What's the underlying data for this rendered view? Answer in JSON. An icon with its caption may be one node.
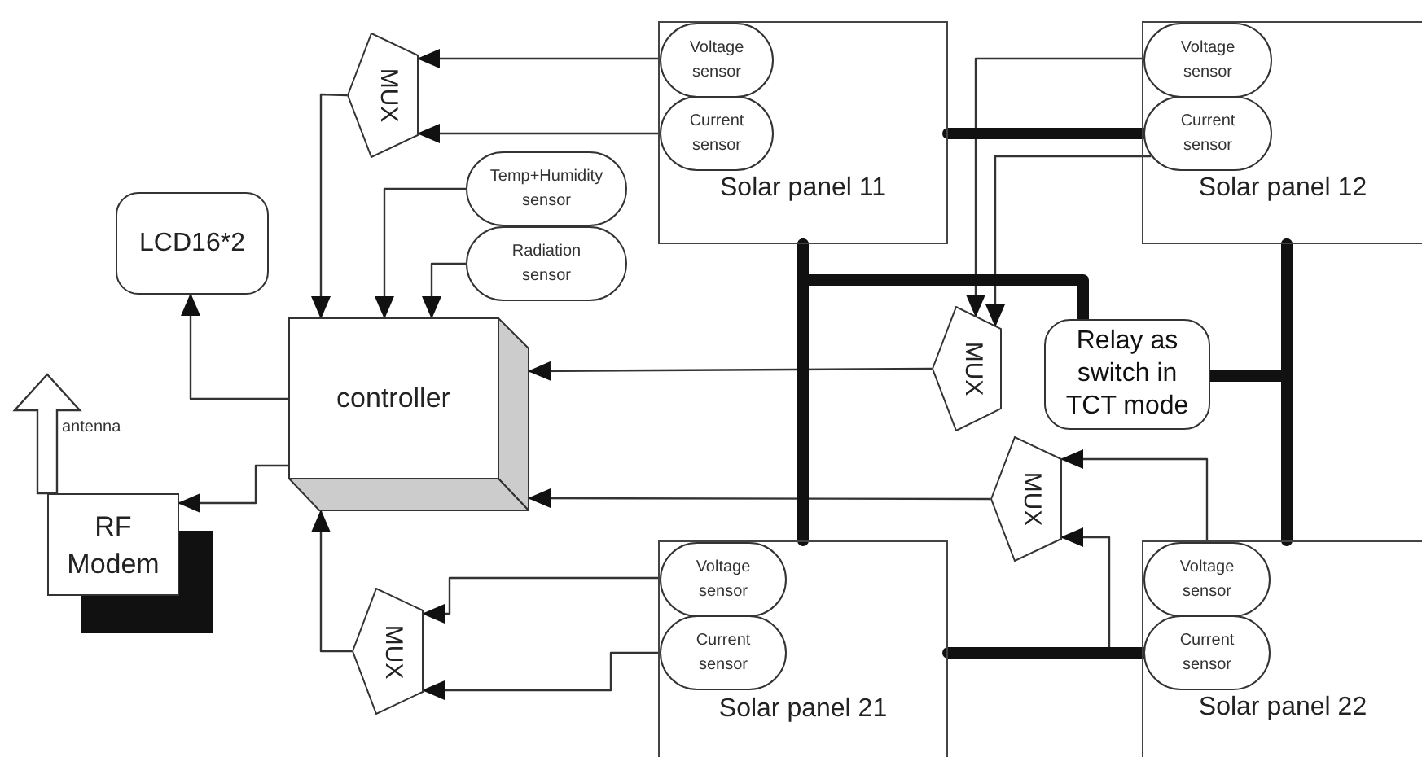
{
  "diagram": {
    "nodes": [
      {
        "text": [
          "MUX"
        ]
      },
      {
        "text": [
          "Voltage sensor"
        ],
        "in": 3
      },
      {
        "text": [
          "Current sensor"
        ],
        "in": 3
      },
      {
        "text": [
          "Solar panel 11"
        ]
      },
      {
        "text": [
          "Voltage sensor"
        ],
        "in": 6
      },
      {
        "text": [
          "Current sensor"
        ],
        "in": 6
      },
      {
        "text": [
          "Solar panel 12"
        ]
      },
      {
        "text": [
          "Temp+Humidity sensor"
        ]
      },
      {
        "text": [
          "Radiation sensor"
        ]
      },
      {
        "text": [
          "LCD16*2"
        ]
      },
      {
        "text": [
          "controller"
        ]
      },
      {
        "text": [
          "MUX"
        ]
      },
      {
        "text": [
          "Relay as switch in TCT mode"
        ]
      },
      {
        "text": [
          "MUX"
        ]
      },
      {
        "text": [
          "RF Modem"
        ]
      },
      {
        "text": [
          "MUX"
        ]
      },
      {
        "text": [
          "Voltage sensor"
        ],
        "in": 18
      },
      {
        "text": [
          "Current sensor"
        ],
        "in": 18
      },
      {
        "text": [
          "Solar panel 21"
        ]
      },
      {
        "text": [
          "Voltage sensor"
        ],
        "in": 21
      },
      {
        "text": [
          "Current sensor"
        ],
        "in": 21
      },
      {
        "text": [
          "Solar panel 22"
        ]
      }
    ],
    "edges": [
      {
        "from": 1,
        "to": 0,
        "arrow": "to"
      },
      {
        "from": 2,
        "to": 0,
        "arrow": "to"
      },
      {
        "from": 0,
        "to": 10,
        "arrow": "to"
      },
      {
        "from": 7,
        "to": 10,
        "arrow": "to"
      },
      {
        "from": 8,
        "to": 10,
        "arrow": "to"
      },
      {
        "from": 10,
        "to": 9,
        "arrow": "to"
      },
      {
        "from": 10,
        "to": 14,
        "arrow": "to"
      },
      {
        "from": 15,
        "to": 10,
        "arrow": "to"
      },
      {
        "from": 16,
        "to": 15,
        "arrow": "to"
      },
      {
        "from": 17,
        "to": 15,
        "arrow": "to"
      },
      {
        "from": 4,
        "to": 11,
        "arrow": "to"
      },
      {
        "from": 5,
        "to": 11,
        "arrow": "to"
      },
      {
        "from": 11,
        "to": 10,
        "arrow": "to"
      },
      {
        "from": 13,
        "to": 10,
        "arrow": "to"
      },
      {
        "from": 19,
        "to": 13,
        "arrow": "to"
      },
      {
        "from": 20,
        "to": 13,
        "arrow": "to"
      },
      {
        "from": 3,
        "to": 18,
        "arrow": "none",
        "style": "thick"
      },
      {
        "from": 3,
        "to": 5,
        "arrow": "none",
        "style": "thick"
      },
      {
        "from": 6,
        "to": 21,
        "arrow": "none",
        "style": "thick"
      },
      {
        "from": 18,
        "to": 20,
        "arrow": "none",
        "style": "thick"
      },
      {
        "from": 12,
        "to": 3,
        "arrow": "none",
        "style": "thick"
      },
      {
        "from": 12,
        "to": 6,
        "arrow": "none",
        "style": "thick"
      },
      {
        "from": 14,
        "to": null,
        "arrow": "to",
        "label": "antenna"
      }
    ]
  }
}
